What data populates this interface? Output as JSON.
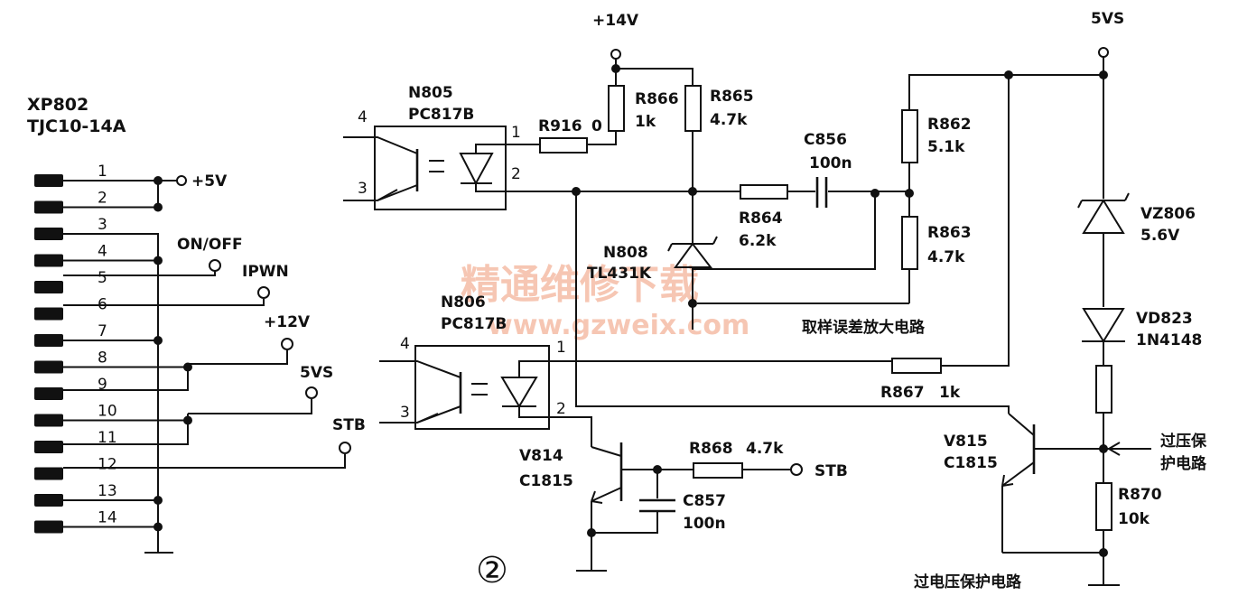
{
  "connector": {
    "name": "XP802",
    "model": "TJC10-14A",
    "pins": [
      "1",
      "2",
      "3",
      "4",
      "5",
      "6",
      "7",
      "8",
      "9",
      "10",
      "11",
      "12",
      "13",
      "14"
    ]
  },
  "signals": {
    "plus5v": "+5V",
    "onoff": "ON/OFF",
    "ipwn": "IPWN",
    "plus12v": "+12V",
    "fivevs_left": "5VS",
    "stb_left": "STB",
    "stb_right": "STB",
    "plus14v": "+14V",
    "fivevs_top": "5VS"
  },
  "components": {
    "n805": "N805",
    "n805_type": "PC817B",
    "n806": "N806",
    "n806_type": "PC817B",
    "n808": "N808",
    "n808_type": "TL431K",
    "r916": "R916",
    "r916_val": "0",
    "r866": "R866",
    "r866_val": "1k",
    "r865": "R865",
    "r865_val": "4.7k",
    "c856": "C856",
    "c856_val": "100n",
    "r864": "R864",
    "r864_val": "6.2k",
    "r862": "R862",
    "r862_val": "5.1k",
    "r863": "R863",
    "r863_val": "4.7k",
    "vz806": "VZ806",
    "vz806_val": "5.6V",
    "vd823": "VD823",
    "vd823_val": "1N4148",
    "r867": "R867",
    "r867_val": "1k",
    "v814": "V814",
    "v814_type": "C1815",
    "r868": "R868",
    "r868_val": "4.7k",
    "c857": "C857",
    "c857_val": "100n",
    "v815": "V815",
    "v815_type": "C1815",
    "r870": "R870",
    "r870_val": "10k"
  },
  "optopins": {
    "p4": "4",
    "p3": "3",
    "p1": "1",
    "p2": "2"
  },
  "annotations": {
    "sampling": "取样误差放大电路",
    "ovp_input_line1": "过压保",
    "ovp_input_line2": "护电路",
    "ovp_title": "过电压保护电路",
    "figure_number": "②"
  },
  "watermark": {
    "line1": "精通维修下载",
    "line2": "www.gzweix.com"
  }
}
